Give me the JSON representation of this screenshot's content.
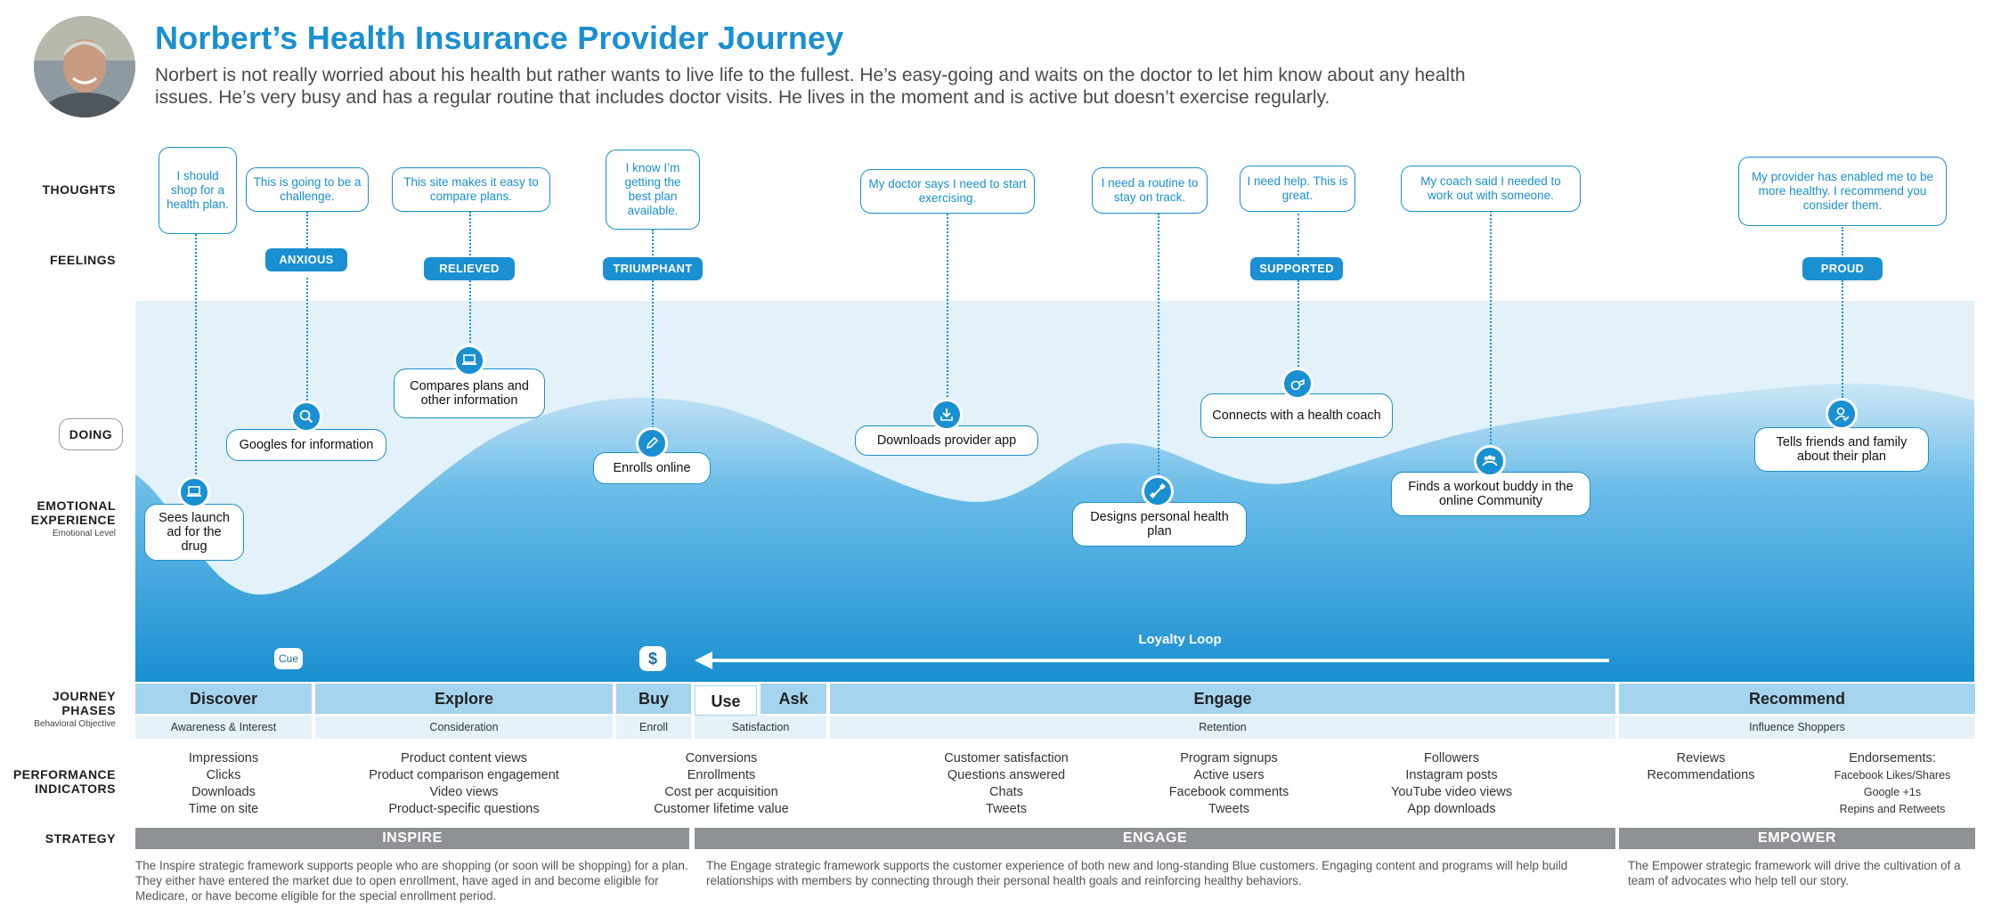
{
  "header": {
    "title": "Norbert’s Health Insurance Provider Journey",
    "description": "Norbert is not really worried about his health but rather wants to live life to the fullest. He’s easy-going and waits on the doctor to let him know about any health issues. He’s very busy and has a regular routine that includes doctor visits. He lives in the moment and is active but doesn’t exercise regularly."
  },
  "row_labels": {
    "thoughts": "THOUGHTS",
    "feelings": "FEELINGS",
    "doing": "DOING",
    "emotional_line1": "EMOTIONAL",
    "emotional_line2": "EXPERIENCE",
    "emotional_sub": "Emotional Level",
    "journey_line1": "JOURNEY",
    "journey_line2": "PHASES",
    "journey_sub": "Behavioral Objective",
    "performance_line1": "PERFORMANCE",
    "performance_line2": "INDICATORS",
    "strategy": "STRATEGY"
  },
  "thoughts": [
    "I should shop for a health plan.",
    "This is going to be a challenge.",
    "This site makes it easy to compare plans.",
    "I know I’m getting the best plan available.",
    "My doctor says I need to start exercising.",
    "I need a routine to stay on track.",
    "I need help. This is great.",
    "My coach said I needed to work out with someone.",
    "My provider has enabled me to be more healthy. I recommend you consider them."
  ],
  "feelings": [
    "ANXIOUS",
    "RELIEVED",
    "TRIUMPHANT",
    "SUPPORTED",
    "PROUD"
  ],
  "doing": [
    {
      "text": "Sees launch ad for the drug",
      "icon": "laptop-icon"
    },
    {
      "text": "Googles for information",
      "icon": "search-icon"
    },
    {
      "text": "Compares plans and other information",
      "icon": "laptop-icon"
    },
    {
      "text": "Enrolls online",
      "icon": "pencil-icon"
    },
    {
      "text": "Downloads provider app",
      "icon": "download-icon"
    },
    {
      "text": "Designs personal health plan",
      "icon": "dumbbell-icon"
    },
    {
      "text": "Connects with a health coach",
      "icon": "whistle-icon"
    },
    {
      "text": "Finds a workout buddy in the online Community",
      "icon": "community-icon"
    },
    {
      "text": "Tells friends and family about their plan",
      "icon": "person-check-icon"
    }
  ],
  "tags": {
    "cue": "Cue",
    "dollar": "$",
    "loyalty_loop": "Loyalty Loop"
  },
  "phases": [
    {
      "name": "Discover",
      "objective": "Awareness & Interest"
    },
    {
      "name": "Explore",
      "objective": "Consideration"
    },
    {
      "name": "Buy",
      "objective": "Enroll"
    },
    {
      "name": "Use",
      "objective": "Satisfaction"
    },
    {
      "name": "Ask",
      "objective": ""
    },
    {
      "name": "Engage",
      "objective": "Retention"
    },
    {
      "name": "Recommend",
      "objective": "Influence Shoppers"
    }
  ],
  "kpis": {
    "discover": [
      "Impressions",
      "Clicks",
      "Downloads",
      "Time on site"
    ],
    "explore": [
      "Product content views",
      "Product comparison engagement",
      "Video views",
      "Product-specific questions"
    ],
    "buy": [
      "Conversions",
      "Enrollments",
      "Cost per acquisition",
      "Customer lifetime value"
    ],
    "engage_1": [
      "Customer satisfaction",
      "Questions answered",
      "Chats",
      "Tweets"
    ],
    "engage_2": [
      "Program signups",
      "Active users",
      "Facebook comments",
      "Tweets"
    ],
    "engage_3": [
      "Followers",
      "Instagram posts",
      "YouTube video views",
      "App downloads"
    ],
    "recommend_1": [
      "Reviews",
      "Recommendations"
    ],
    "recommend_2": [
      "Endorsements:",
      "Facebook Likes/Shares",
      "Google +1s",
      "Repins and Retweets"
    ]
  },
  "strategy": [
    {
      "name": "INSPIRE",
      "description": "The Inspire strategic framework supports people who are shopping (or soon will be shopping) for a plan. They either have entered the market due to open enrollment, have aged in and become eligible for Medicare, or have become eligible for the special enrollment period."
    },
    {
      "name": "ENGAGE",
      "description": "The Engage strategic framework supports the customer experience of both new and long-standing Blue customers. Engaging content and programs will help build relationships with members by connecting through their personal health goals and reinforcing healthy behaviors."
    },
    {
      "name": "EMPOWER",
      "description": "The Empower strategic framework will drive the cultivation of a team of advocates who help tell our story."
    }
  ],
  "colors": {
    "brand_blue": "#1a8fd1",
    "phase_bg": "#a5d4ee",
    "objective_bg": "#e5f2fa",
    "strategy_bg": "#8f9295"
  }
}
